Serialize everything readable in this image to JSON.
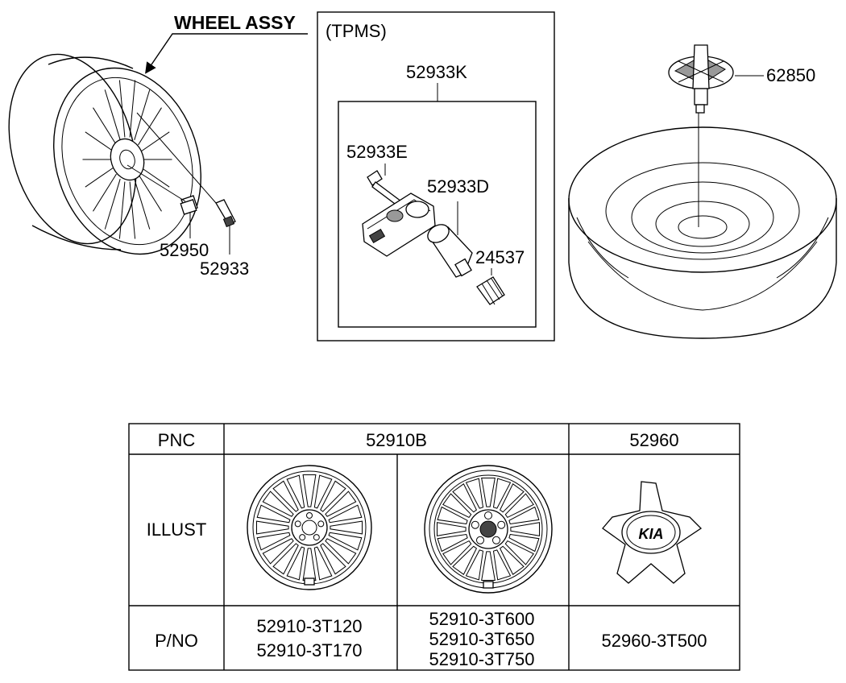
{
  "labels": {
    "wheel_assy": "WHEEL ASSY",
    "tpms": "(TPMS)",
    "kit": "52933K",
    "valve_screw": "52933E",
    "sensor": "52933D",
    "cap": "24537",
    "lug_nut": "52950",
    "valve": "52933",
    "spare_bolt": "62850"
  },
  "table": {
    "header_pnc": "PNC",
    "header_wheel": "52910B",
    "header_cap": "52960",
    "row_illust": "ILLUST",
    "row_pno": "P/NO",
    "pno_col1": [
      "52910-3T120",
      "52910-3T170"
    ],
    "pno_col2": [
      "52910-3T600",
      "52910-3T650",
      "52910-3T750"
    ],
    "pno_col3": [
      "52960-3T500"
    ],
    "cap_logo": "KIA"
  }
}
